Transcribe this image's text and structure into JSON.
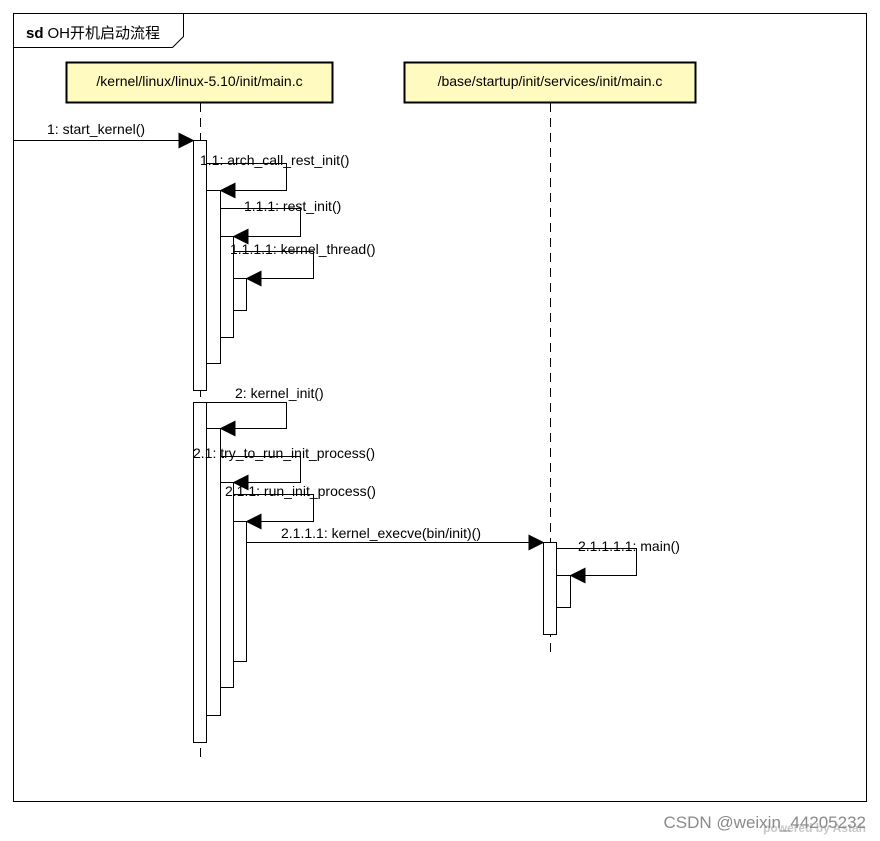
{
  "frame": {
    "keyword": "sd",
    "title": "OH开机启动流程"
  },
  "lifelines": [
    {
      "name": "/kernel/linux/linux-5.10/init/main.c",
      "fill": "#fffbc0"
    },
    {
      "name": "/base/startup/init/services/init/main.c",
      "fill": "#fffbc0"
    }
  ],
  "messages": [
    {
      "label": "1: start_kernel()"
    },
    {
      "label": "1.1: arch_call_rest_init()"
    },
    {
      "label": "1.1.1: rest_init()"
    },
    {
      "label": "1.1.1.1: kernel_thread()"
    },
    {
      "label": "2: kernel_init()"
    },
    {
      "label": "2.1: try_to_run_init_process()"
    },
    {
      "label": "2.1.1: run_init_process()"
    },
    {
      "label": "2.1.1.1: kernel_execve(bin/init)()"
    },
    {
      "label": "2.1.1.1.1: main()"
    }
  ],
  "watermark": {
    "csdn": "CSDN @weixin_44205232",
    "astah": "powered by Astah"
  }
}
